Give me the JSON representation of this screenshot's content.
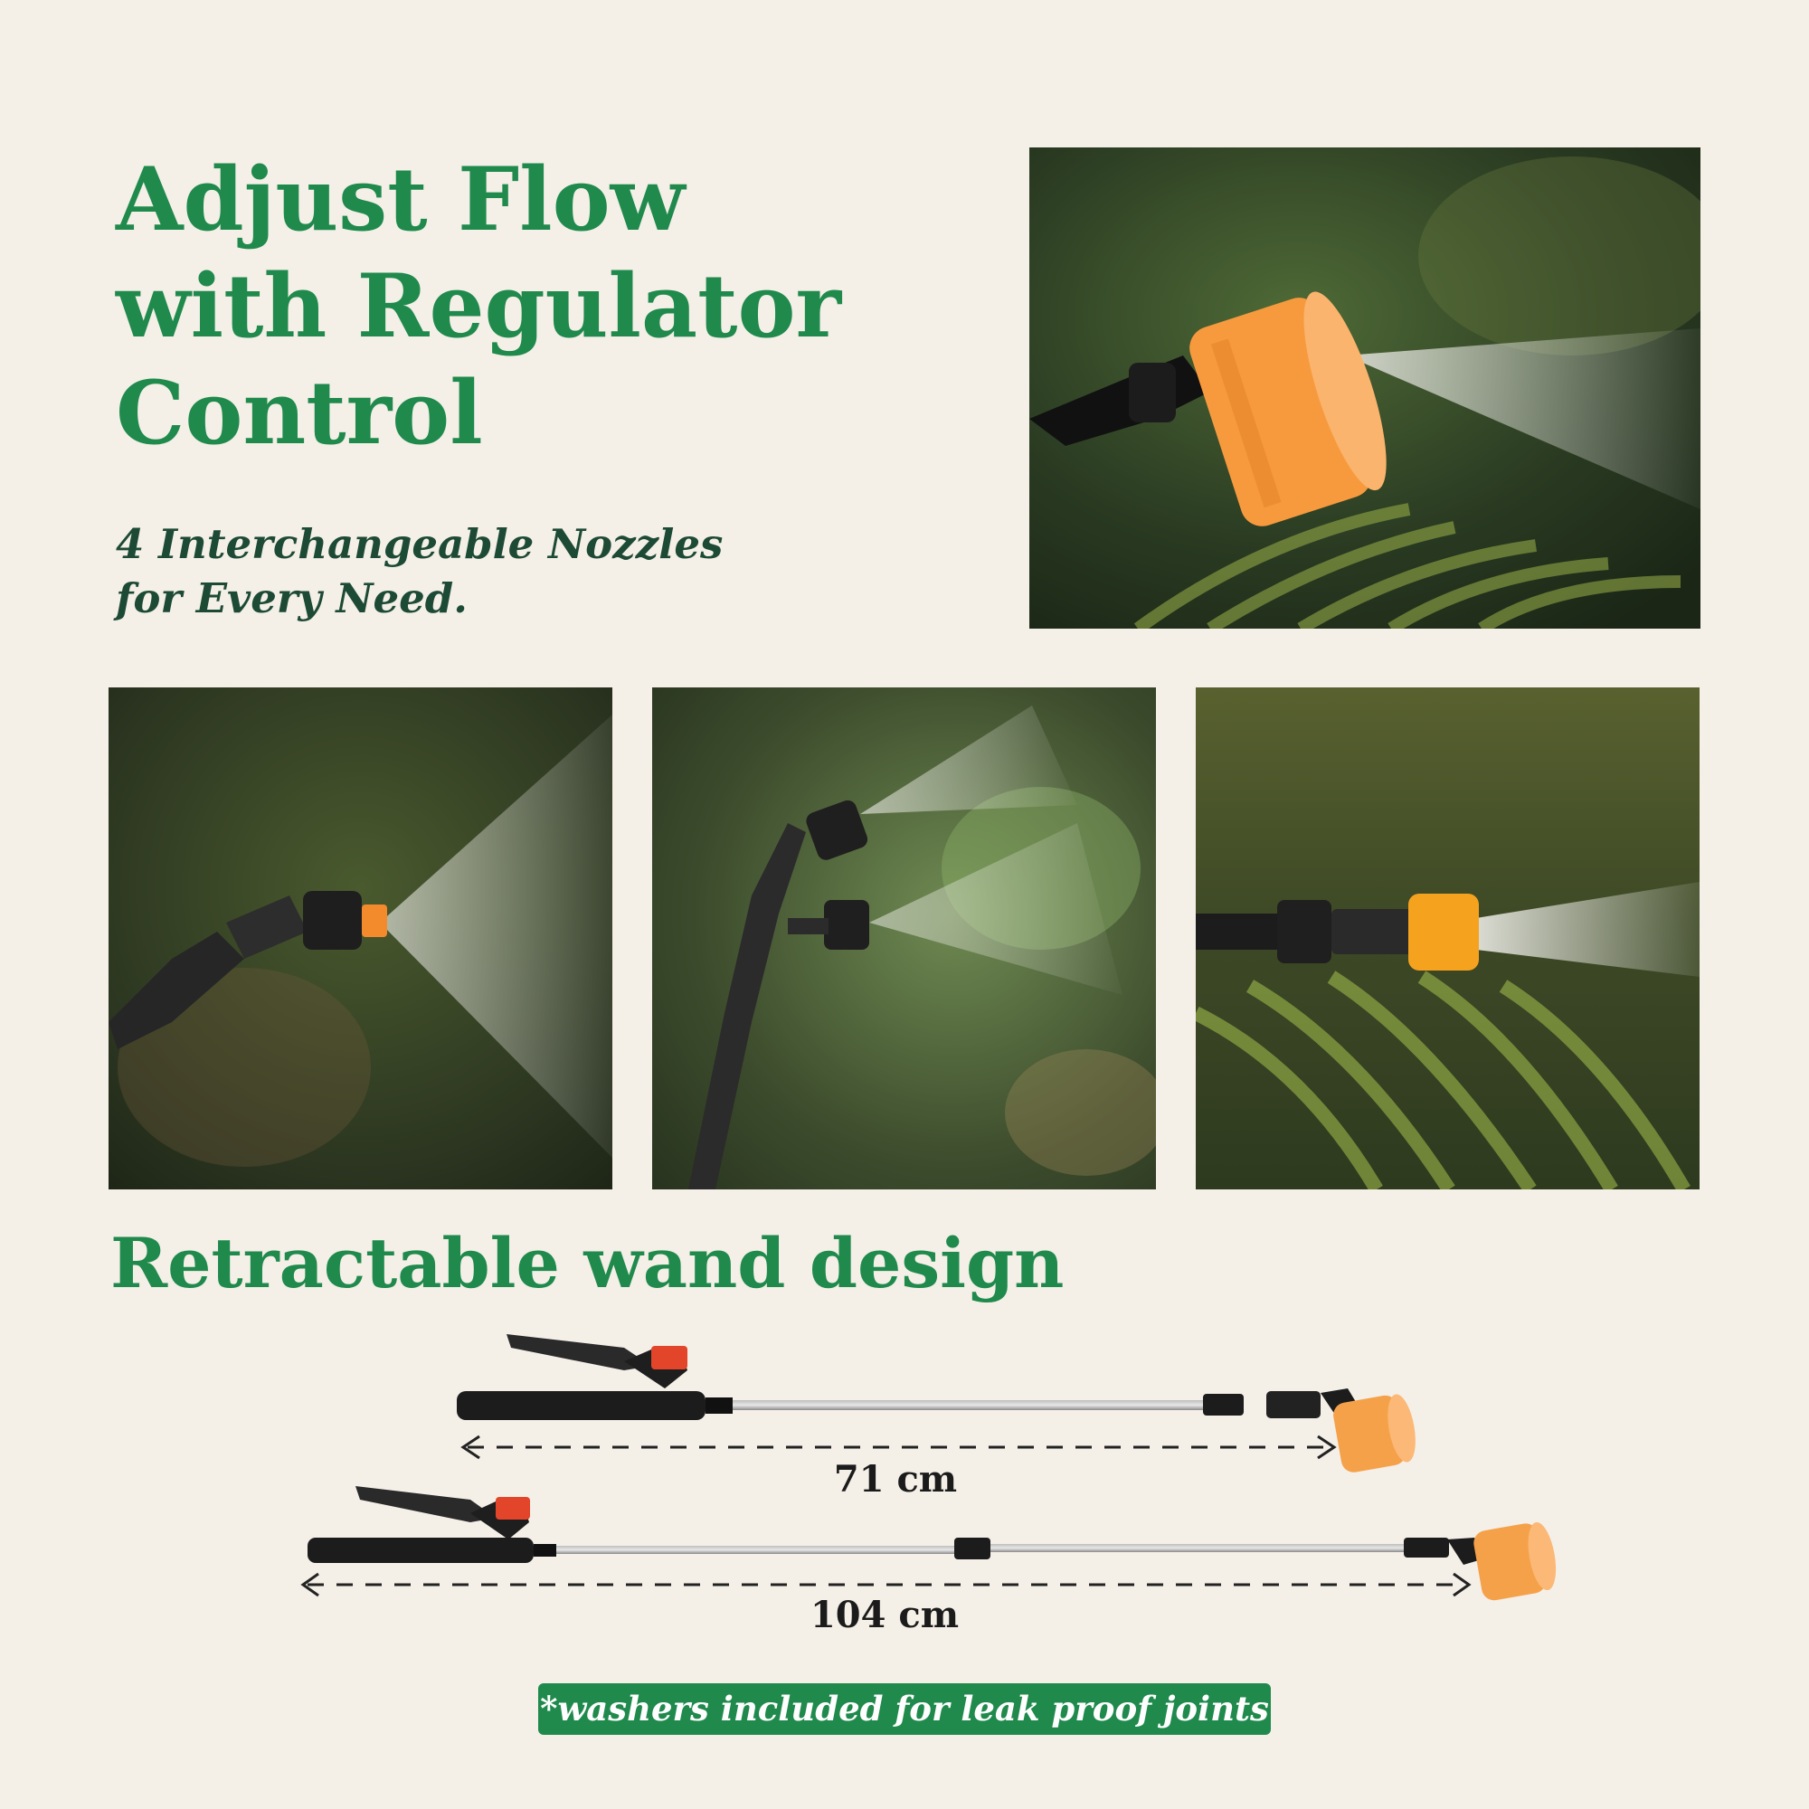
{
  "headline": {
    "line1": "Adjust Flow",
    "line2": "with Regulator",
    "line3": "Control"
  },
  "subheadline": {
    "line1": "4 Interchangeable Nozzles",
    "line2": "for Every Need."
  },
  "photos": [
    {
      "icon": "shower-nozzle-photo"
    },
    {
      "icon": "angled-cone-nozzle-photo"
    },
    {
      "icon": "twin-nozzle-photo"
    },
    {
      "icon": "straight-stream-nozzle-photo"
    }
  ],
  "section": {
    "title": "Retractable wand design"
  },
  "wands": {
    "short_length": "71 cm",
    "long_length": "104 cm"
  },
  "note": "*washers included for leak proof joints",
  "colors": {
    "background": "#f4efe7",
    "brand_green": "#1f8a4c",
    "nozzle_orange": "#f5a14a"
  }
}
